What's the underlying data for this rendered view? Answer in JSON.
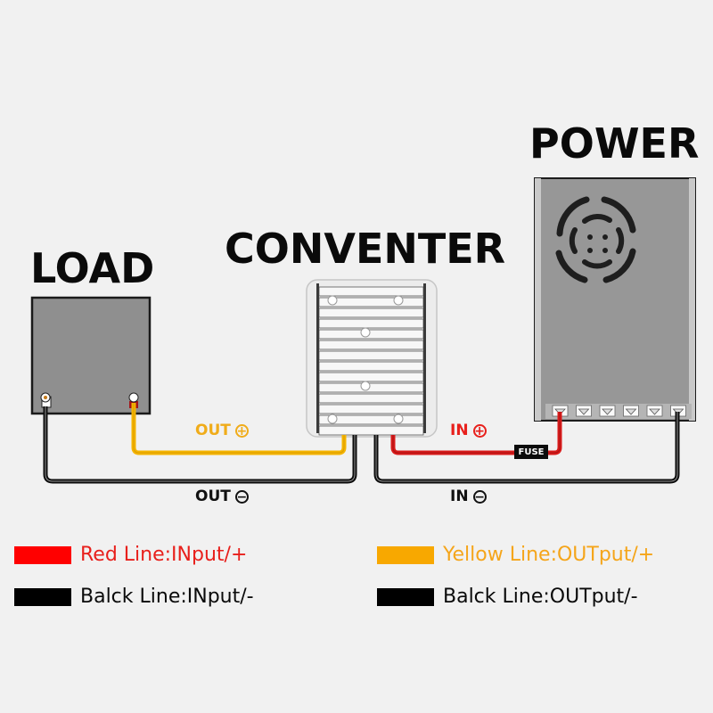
{
  "titles": {
    "load": "LOAD",
    "converter": "CONVENTER",
    "power": "POWER"
  },
  "wire_labels": {
    "out_pos": {
      "text": "OUT",
      "sign": "+"
    },
    "in_pos": {
      "text": "IN",
      "sign": "+"
    },
    "out_neg": {
      "text": "OUT",
      "sign": "−"
    },
    "in_neg": {
      "text": "IN",
      "sign": "−"
    }
  },
  "fuse_label": "FUSE",
  "colors": {
    "red": "#e8201c",
    "yellow": "#f5b400",
    "black": "#0c0c0c",
    "background": "#f1f1f1",
    "device_gray": "#8e8e8e"
  },
  "legend": [
    {
      "label": "Red Line:INput/+",
      "swatch": "#ff0000",
      "text_color": "#e8201c"
    },
    {
      "label": "Balck Line:INput/-",
      "swatch": "#000000",
      "text_color": "#0a0a0a"
    },
    {
      "label": "Yellow Line:OUTput/+",
      "swatch": "#f8a800",
      "text_color": "#f5a51a"
    },
    {
      "label": "Balck Line:OUTput/-",
      "swatch": "#000000",
      "text_color": "#0a0a0a"
    }
  ]
}
